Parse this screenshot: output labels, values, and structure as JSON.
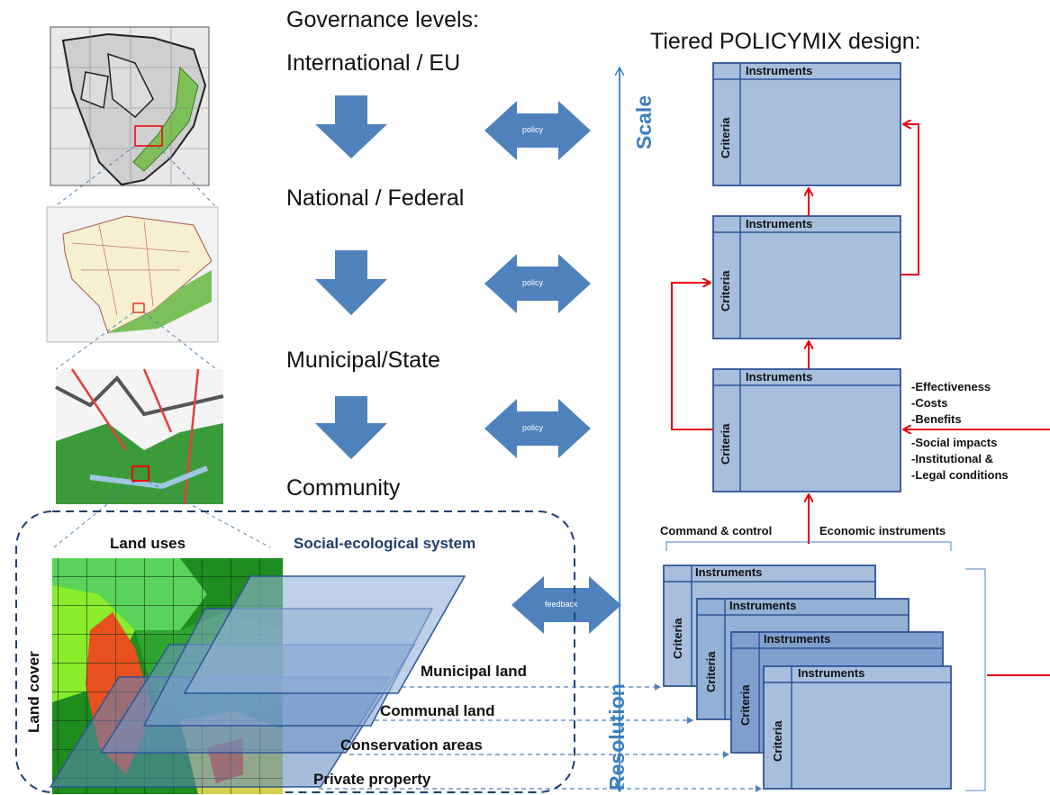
{
  "governance": {
    "title": "Governance levels:",
    "levels": [
      "International / EU",
      "National / Federal",
      "Municipal/State",
      "Community"
    ],
    "arrow_label": "policy",
    "feedback_label": "feedback"
  },
  "axis": {
    "scale": "Scale",
    "resolution": "Resolution"
  },
  "policymix": {
    "title": "Tiered POLICYMIX design:",
    "box_instruments": "Instruments",
    "box_criteria": "Criteria",
    "criteria_list": [
      "-Effectiveness",
      "-Costs",
      "-Benefits",
      "-Social impacts",
      "-Institutional &",
      "-Legal conditions"
    ],
    "command_control": "Command & control",
    "economic_instruments": "Economic instruments"
  },
  "ses": {
    "title": "Social-ecological  system",
    "land_uses": "Land uses",
    "land_cover": "Land cover",
    "layers": [
      "Municipal  land",
      "Communal  land",
      "Conservation areas",
      "Private property"
    ]
  },
  "colors": {
    "arrow_blue": "#4f81bd",
    "box_fill": "#a7bfdd",
    "box_stroke": "#2f5597",
    "feedback_red": "#e8000d",
    "axis_blue": "#3a7fc1"
  }
}
